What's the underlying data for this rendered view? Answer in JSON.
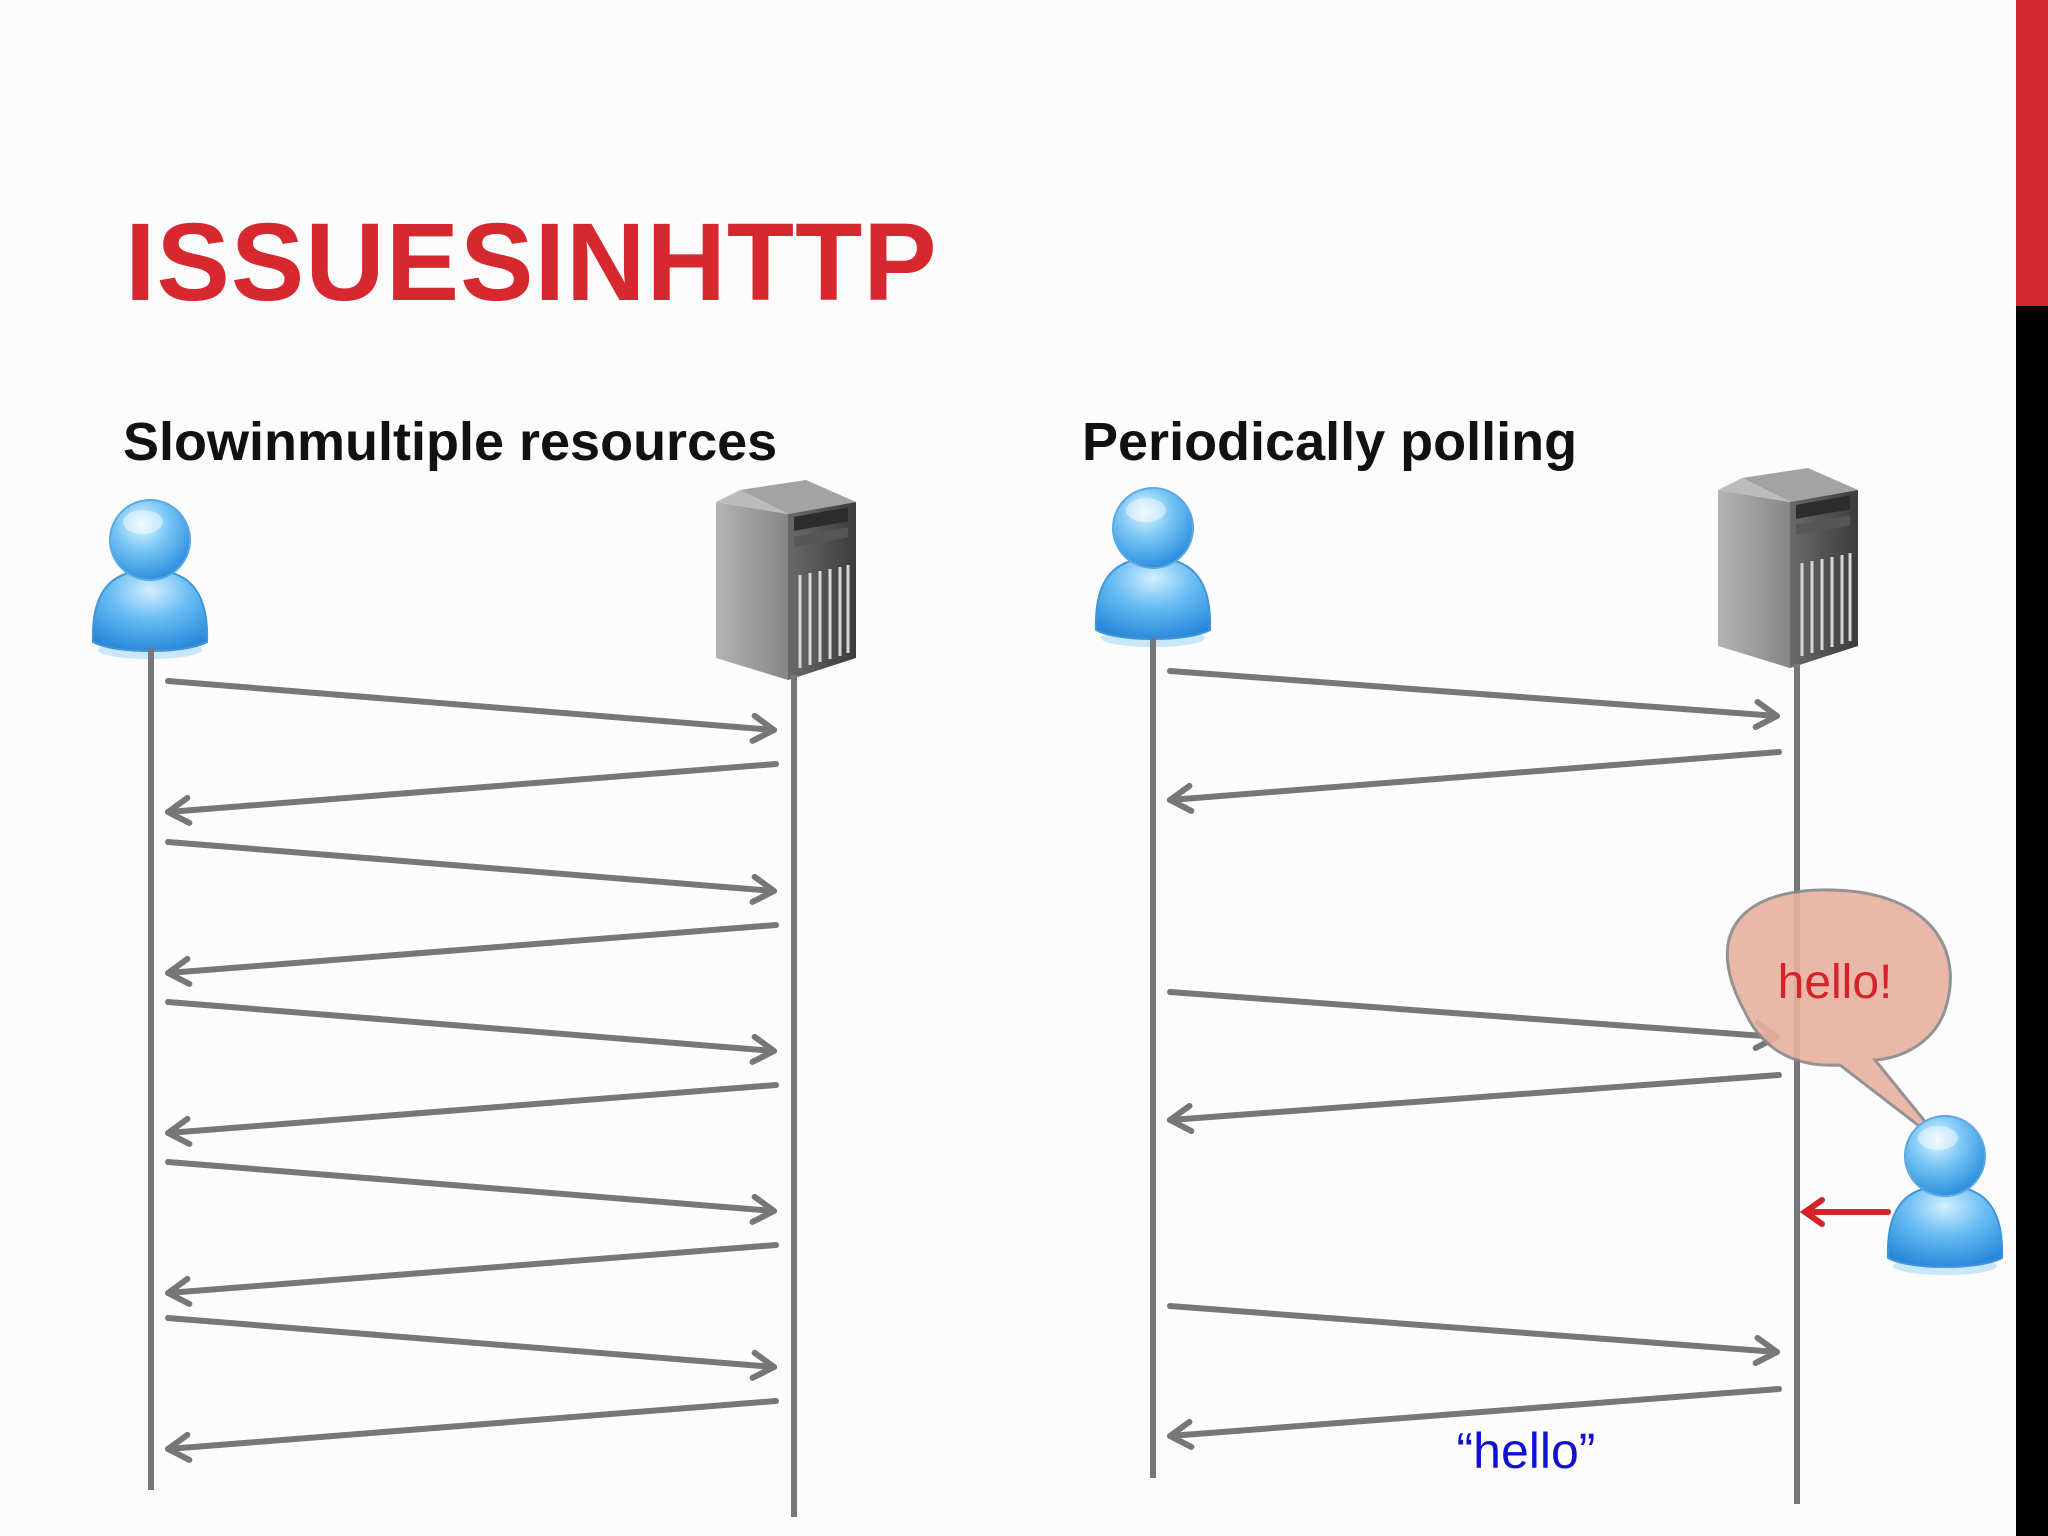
{
  "title": "ISSUESINHTTP",
  "left_panel": {
    "heading": "Slowinmultiple resources"
  },
  "right_panel": {
    "heading": "Periodically polling",
    "bubble_text": "hello!",
    "response_text": "“hello”"
  },
  "colors": {
    "accent": "#d7282f",
    "arrow": "#777777",
    "push_arrow": "#d4232b",
    "bubble_fill": "#e8b1a1",
    "response_text": "#1010d0"
  },
  "icons": [
    "user-icon",
    "server-icon"
  ]
}
